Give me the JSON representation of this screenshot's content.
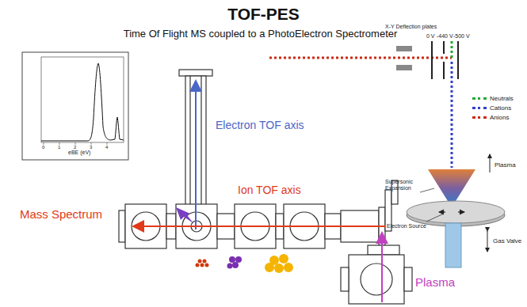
{
  "diagram": {
    "title": "TOF-PES",
    "labels": [
      "Time Of Flight MS coupled to a PhotoElectron Spectrometer",
      "Electron TOF axis",
      "Ion TOF axis",
      "Mass Spectrum",
      "Plasma",
      "X-Y Deflection plates",
      "0 V",
      "-440 V",
      "-500 V",
      "Plasma",
      "Supersonic Expansion",
      "Electron Source",
      "Gas Valve",
      "eBE (eV)",
      "0",
      "1",
      "2",
      "3",
      "4"
    ],
    "legend": [
      {
        "text": "Neutrals",
        "color": "#22aa33"
      },
      {
        "text": "Cations",
        "color": "#3340cc"
      },
      {
        "text": "Anions",
        "color": "#cc2a10"
      }
    ]
  }
}
